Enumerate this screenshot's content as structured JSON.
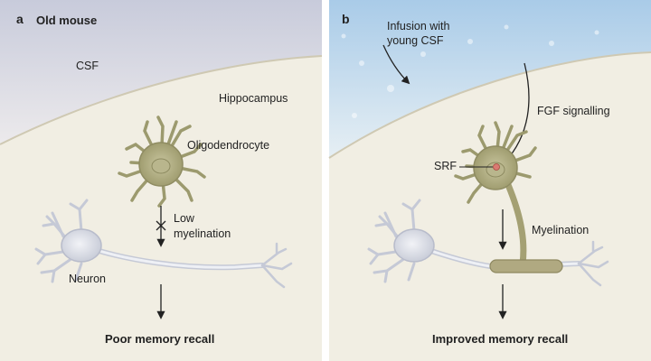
{
  "panel_a": {
    "letter": "a",
    "title": "Old mouse",
    "csf_label": "CSF",
    "region_label": "Hippocampus",
    "cell_label": "Oligodendrocyte",
    "myelination_label_line1": "Low",
    "myelination_label_line2": "myelination",
    "neuron_label": "Neuron",
    "outcome": "Poor memory recall"
  },
  "panel_b": {
    "letter": "b",
    "infusion_label_line1": "Infusion with",
    "infusion_label_line2": "young CSF",
    "signal_label": "FGF signalling",
    "srf_label": "SRF",
    "myelination_label": "Myelination",
    "outcome": "Improved memory recall"
  },
  "colors": {
    "background": "#f6f4ec",
    "csf_old": "#d8dbe6",
    "csf_young": "#bcd6ec",
    "tissue": "#efeadb",
    "cell": "#a8a67a",
    "neuron": "#dfe2ea",
    "myelin": "#b0a981",
    "srf_dot": "#d97a72"
  }
}
